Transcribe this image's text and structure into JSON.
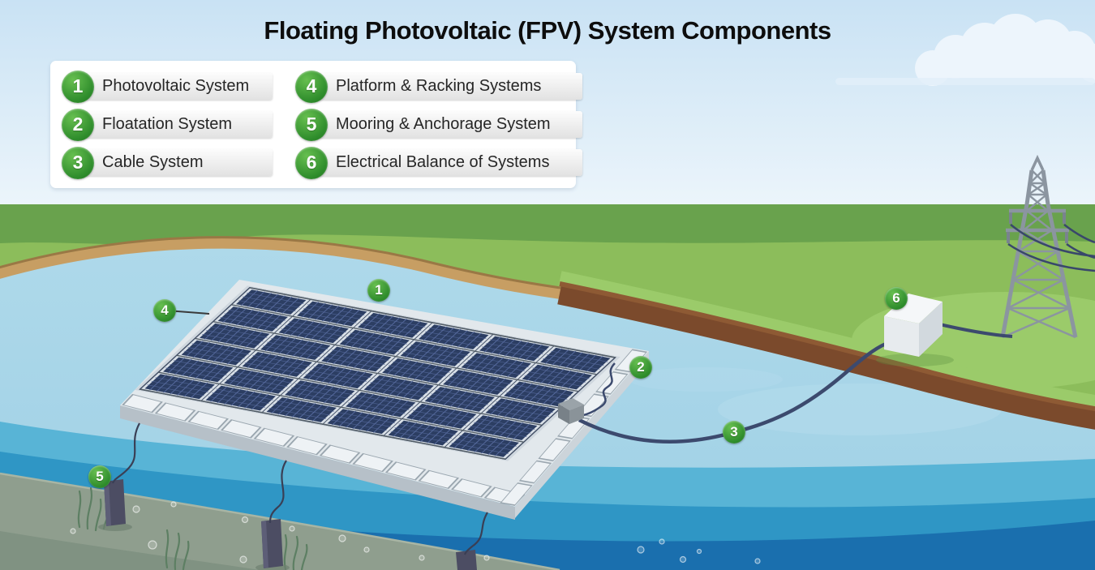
{
  "title": "Floating Photovoltaic (FPV) System Components",
  "legend": {
    "items": [
      {
        "num": "1",
        "label": "Photovoltaic System"
      },
      {
        "num": "2",
        "label": "Floatation System"
      },
      {
        "num": "3",
        "label": "Cable System"
      },
      {
        "num": "4",
        "label": "Platform & Racking Systems"
      },
      {
        "num": "5",
        "label": "Mooring & Anchorage System"
      },
      {
        "num": "6",
        "label": "Electrical Balance of Systems"
      }
    ]
  },
  "markers": [
    {
      "num": "1",
      "label": "Photovoltaic System"
    },
    {
      "num": "2",
      "label": "Floatation System"
    },
    {
      "num": "3",
      "label": "Cable System"
    },
    {
      "num": "4",
      "label": "Platform & Racking Systems"
    },
    {
      "num": "5",
      "label": "Mooring & Anchorage System"
    },
    {
      "num": "6",
      "label": "Electrical Balance of Systems"
    }
  ],
  "colors": {
    "marker_green": "#2f8d2c",
    "sky_blue": "#c9e2f4",
    "grass_dark": "#69a24d",
    "grass_light": "#8cbd5b",
    "shore_tan": "#c79e63",
    "bank_brown": "#7b4a2c",
    "water_surface": "#a6d4e7",
    "water_deep": "#1a6fae",
    "seabed_gray": "#8f9e8e",
    "panel_navy": "#2c3e63",
    "cable_navy": "#3c4a6e",
    "deck_gray": "#e2e8ec"
  }
}
